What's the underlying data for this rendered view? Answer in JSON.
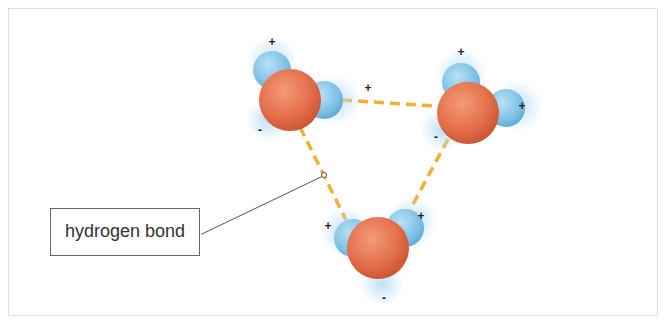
{
  "diagram": {
    "nodes": [
      {
        "text": [
          "hydrogen bond"
        ]
      }
    ],
    "labels": [
      "+",
      "+",
      "-",
      "+",
      "+",
      "-",
      "+",
      "+",
      "-"
    ]
  }
}
